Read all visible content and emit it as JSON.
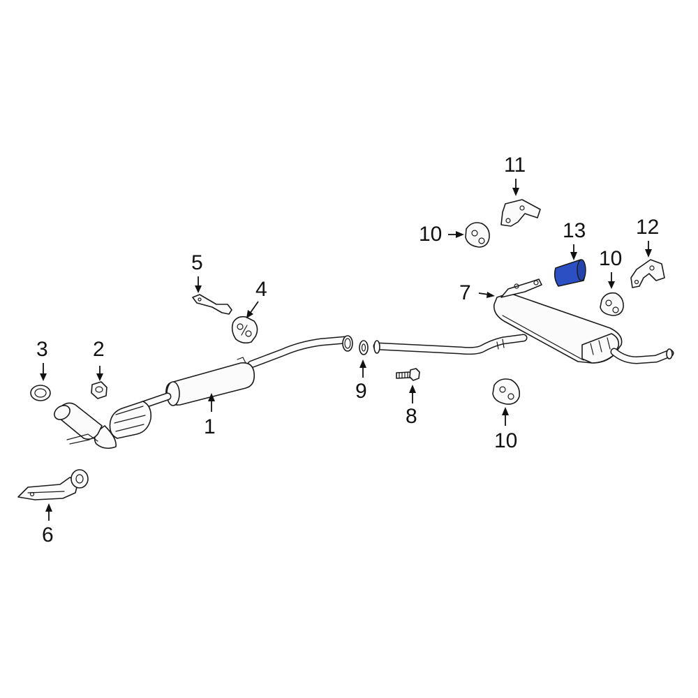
{
  "callouts": [
    {
      "id": "1",
      "text": "1"
    },
    {
      "id": "2",
      "text": "2"
    },
    {
      "id": "3",
      "text": "3"
    },
    {
      "id": "4",
      "text": "4"
    },
    {
      "id": "5",
      "text": "5"
    },
    {
      "id": "6",
      "text": "6"
    },
    {
      "id": "7",
      "text": "7"
    },
    {
      "id": "8",
      "text": "8"
    },
    {
      "id": "9",
      "text": "9"
    },
    {
      "id": "10a",
      "text": "10"
    },
    {
      "id": "10b",
      "text": "10"
    },
    {
      "id": "10c",
      "text": "10"
    },
    {
      "id": "11",
      "text": "11"
    },
    {
      "id": "12",
      "text": "12"
    },
    {
      "id": "13",
      "text": "13"
    }
  ],
  "colors": {
    "line": "#1a1a1a",
    "highlight_part": "#2d4fc4",
    "background": "#ffffff"
  },
  "highlighted_callout": "13"
}
